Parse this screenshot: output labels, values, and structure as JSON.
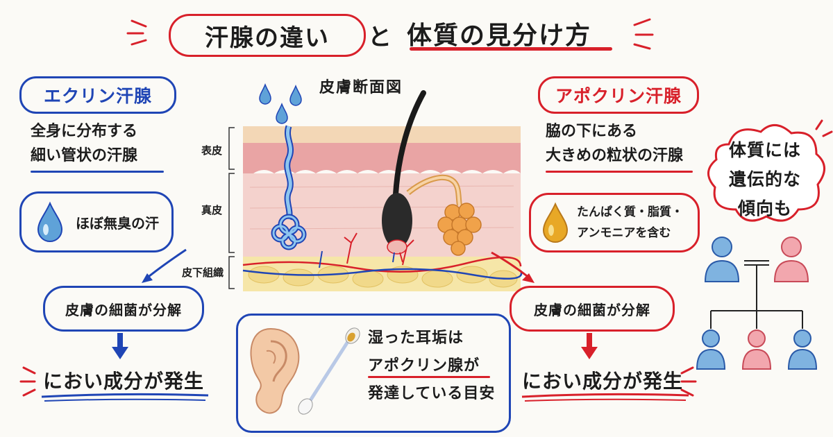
{
  "title": {
    "part1": "汗腺の違い",
    "connector": "と",
    "part2": "体質の見分け方"
  },
  "eccrine": {
    "heading": "エクリン汗腺",
    "desc_line1": "全身に分布する",
    "desc_line2": "細い管状の汗腺",
    "odor": "ほぼ無臭の汗",
    "bacteria": "皮膚の細菌が分解",
    "result": "におい成分が発生"
  },
  "apocrine": {
    "heading": "アポクリン汗腺",
    "desc_line1": "脇の下にある",
    "desc_line2": "大きめの粒状の汗腺",
    "odor_line1": "たんぱく質・脂質・",
    "odor_line2": "アンモニアを含む",
    "bacteria": "皮膚の細菌が分解",
    "result": "におい成分が発生"
  },
  "diagram": {
    "title": "皮膚断面図",
    "layer_epidermis": "表皮",
    "layer_dermis": "真皮",
    "layer_subcutaneous": "皮下組織"
  },
  "earwax": {
    "line1": "湿った耳垢は",
    "line2": "アポクリン腺が",
    "line3": "発達している目安"
  },
  "heredity": {
    "line1": "体質には",
    "line2": "遺伝的な",
    "line3": "傾向も"
  },
  "colors": {
    "blue": "#1f45b5",
    "red": "#d8202a",
    "skin_pink": "#f2c8c4",
    "fat_yellow": "#f6e6a8",
    "gland_orange": "#f0a24a"
  }
}
